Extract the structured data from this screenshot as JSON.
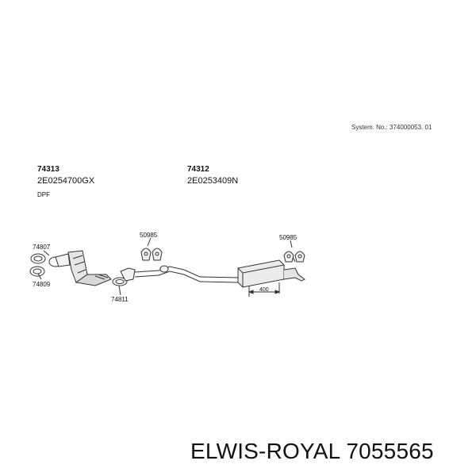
{
  "system_number": "System. No.: 374000053. 01",
  "parts": [
    {
      "number": "74313",
      "code": "2E0254700GX",
      "description": "DPF"
    },
    {
      "number": "74312",
      "code": "2E0253409N"
    }
  ],
  "callouts": {
    "gasket_front_top": "74807",
    "gasket_front_bottom": "74809",
    "clamp": "74811",
    "hanger_left": "50985",
    "hanger_right": "50985",
    "dimension": "400"
  },
  "brand_line": "ELWIS-ROYAL 7055565"
}
